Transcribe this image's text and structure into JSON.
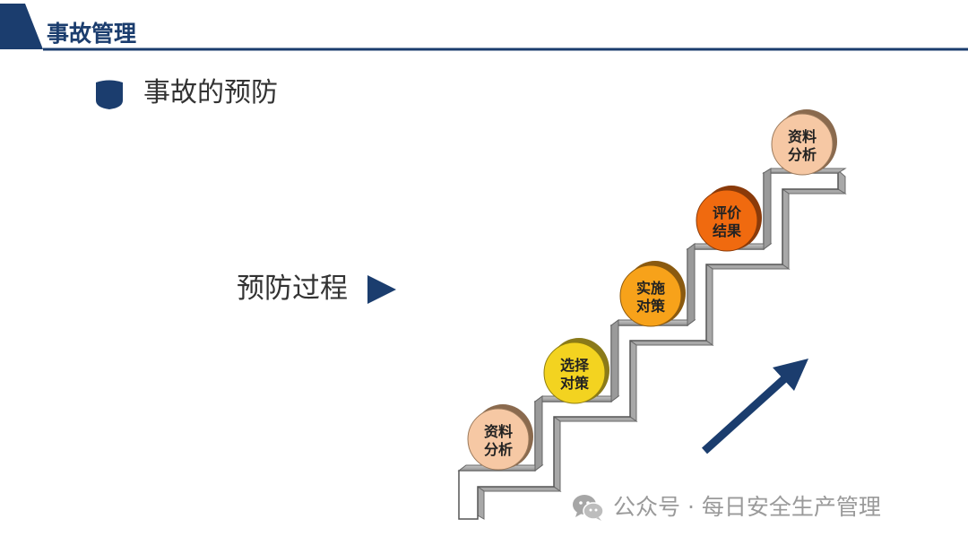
{
  "header": {
    "title": "事故管理",
    "accent_color": "#1b3d6e"
  },
  "section": {
    "icon": "shield-bullet-icon",
    "title": "事故的预防"
  },
  "process": {
    "label": "预防过程",
    "arrow_icon": "triangle-right-icon"
  },
  "steps": [
    {
      "line1": "资料",
      "line2": "分析",
      "color": "#f6c8a4"
    },
    {
      "line1": "选择",
      "line2": "对策",
      "color": "#f3d320"
    },
    {
      "line1": "实施",
      "line2": "对策",
      "color": "#f7a21a"
    },
    {
      "line1": "评价",
      "line2": "结果",
      "color": "#f06a0f"
    },
    {
      "line1": "资料",
      "line2": "分析",
      "color": "#f6c8a4"
    }
  ],
  "watermark": {
    "icon": "wechat-icon",
    "text": "公众号 · 每日安全生产管理"
  }
}
